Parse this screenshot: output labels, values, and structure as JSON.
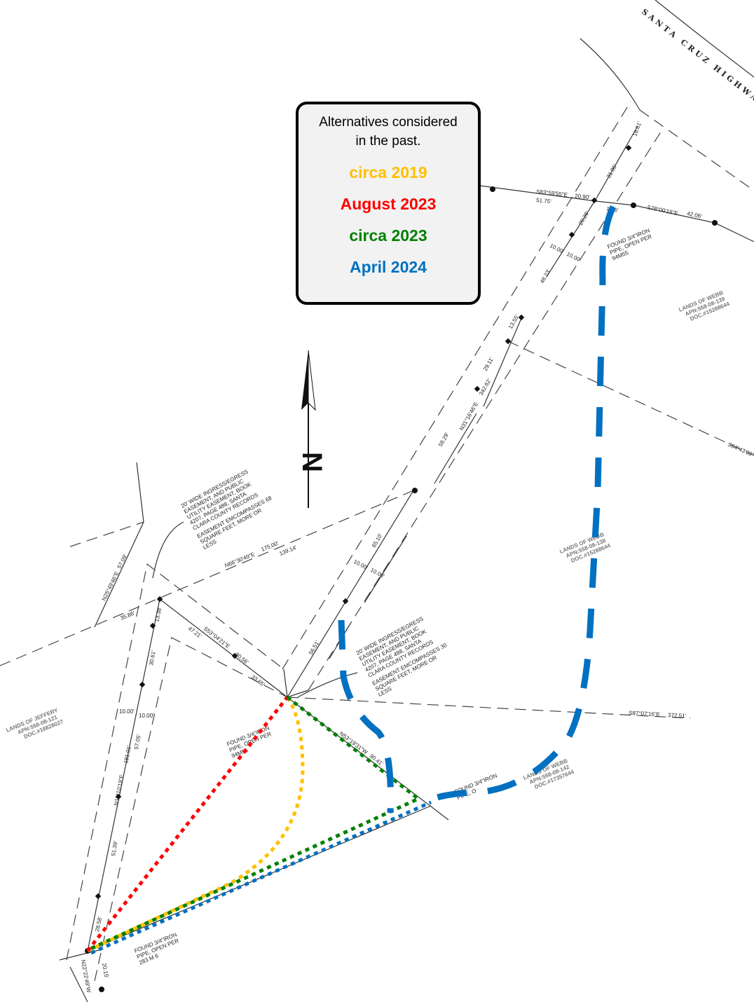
{
  "legend": {
    "title_line1": "Alternatives considered",
    "title_line2": "in the past.",
    "items": [
      {
        "label": "circa 2019",
        "color": "#ffc000"
      },
      {
        "label": "August 2023",
        "color": "#ff0000"
      },
      {
        "label": "circa 2023",
        "color": "#008000"
      },
      {
        "label": "April 2024",
        "color": "#0070c0"
      }
    ]
  },
  "map": {
    "highway": "SANTA CRUZ HIGHWAY",
    "north": "N",
    "bearings": {
      "b1": "S83°59'55\"E",
      "b1d": "51.75'",
      "b1e": "20.90'",
      "b2": "S78°00'15\"E",
      "b2d": "42.06'",
      "b2e": "19.6'",
      "b3": "N31°16'46\"E",
      "b3d": "342.62'",
      "b4": "S64°43'09\"",
      "b5": "N66°30'49\"E",
      "b5d": "175.00'",
      "b5e": "139.14'",
      "b6": "N25°49'46\"E",
      "b6d": "57.09'",
      "b7": "S53°04'21\"E",
      "b7d": "80.56'",
      "b8": "S87°07'16\"E",
      "b8d": "372.51'",
      "b9": "N53°19'31\"W",
      "b9d": "90.41'",
      "b10": "N11°10'19\"E",
      "b10d": "181.01'",
      "b11": "N22°22'49\"W",
      "b11d": "20.15'"
    },
    "dims": [
      "18.61'",
      "31.95'",
      "20.26'",
      "10.00'",
      "10.00'",
      "48.23'",
      "13.55'",
      "29.11'",
      "58.29'",
      "65.10'",
      "10.00'",
      "10.00'",
      "56.51'",
      "35.86'",
      "13.38'",
      "47.21'",
      "33.65'",
      "30.61'",
      "10.00'",
      "10.00'",
      "57.05'",
      "51.39'",
      "28.58'"
    ],
    "notes": {
      "found1": [
        "FOUND 3/4\"IRON",
        "PIPE, OPEN PER",
        "94M55"
      ],
      "found2": [
        "FOUND 3/4\"IRON",
        "PIPE, OPEN PER",
        "94M55"
      ],
      "found3": [
        "FOUND 3/4\"IRON",
        "PIPE, O"
      ],
      "found4": [
        "FOUND 3/4\"IRON",
        "PIPE, OPEN PER",
        "283 M 6"
      ],
      "easement1": [
        "20' WIDE INGRESS/EGRESS",
        "EASEMENT, AND PUBLIC",
        "UTILITY EASEMENT, BOOK",
        "4207, PAGE 488, SANTA",
        "CLARA COUNTY RECORDS",
        "",
        "EASEMENT EMCOMPASSES 68",
        "SQUARE FEET, MORE OR",
        "LESS"
      ],
      "easement2": [
        "20' WIDE INGRESS/EGRESS",
        "EASEMENT, AND PUBLIC",
        "UTILITY EASEMENT, BOOK",
        "4207, PAGE 488, SANTA",
        "CLARA COUNTY RECORDS",
        "",
        "EASEMENT EMCOMPASSES 30",
        "SQUARE FEET, MORE OR",
        "LESS"
      ]
    },
    "parcels": {
      "webb1": [
        "LANDS OF WEBB",
        "APN:558-08-139",
        "DOC.#15288644"
      ],
      "webb2": [
        "LANDS OF WEBB",
        "APN:558-08-138",
        "DOC.#15288644"
      ],
      "webb3": [
        "LANDS OF WEBB",
        "APN:558-08-142",
        "DOC.#17357644"
      ],
      "jeffery": [
        "LANDS OF JEFFERY",
        "APN:558-08-121",
        "DOC.#18828027"
      ]
    }
  }
}
